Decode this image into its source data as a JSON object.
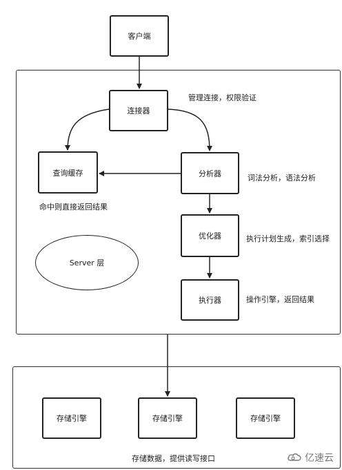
{
  "nodes": {
    "client": "客户端",
    "connector": "连接器",
    "query_cache": "查询缓存",
    "analyzer": "分析器",
    "optimizer": "优化器",
    "executor": "执行器",
    "storage_engine_1": "存储引擎",
    "storage_engine_2": "存储引擎",
    "storage_engine_3": "存储引擎",
    "server_layer": "Server 层"
  },
  "notes": {
    "connector": "管理连接，权限验证",
    "cache_hit": "命中则直接返回结果",
    "analyzer": "词法分析，语法分析",
    "optimizer": "执行计划生成，索引选择",
    "executor": "操作引擎，返回结果",
    "storage": "存储数据，提供读写接口"
  },
  "watermark": {
    "text": "亿速云"
  },
  "colors": {
    "stroke": "#222222",
    "watermark": "#7a7a7a"
  }
}
